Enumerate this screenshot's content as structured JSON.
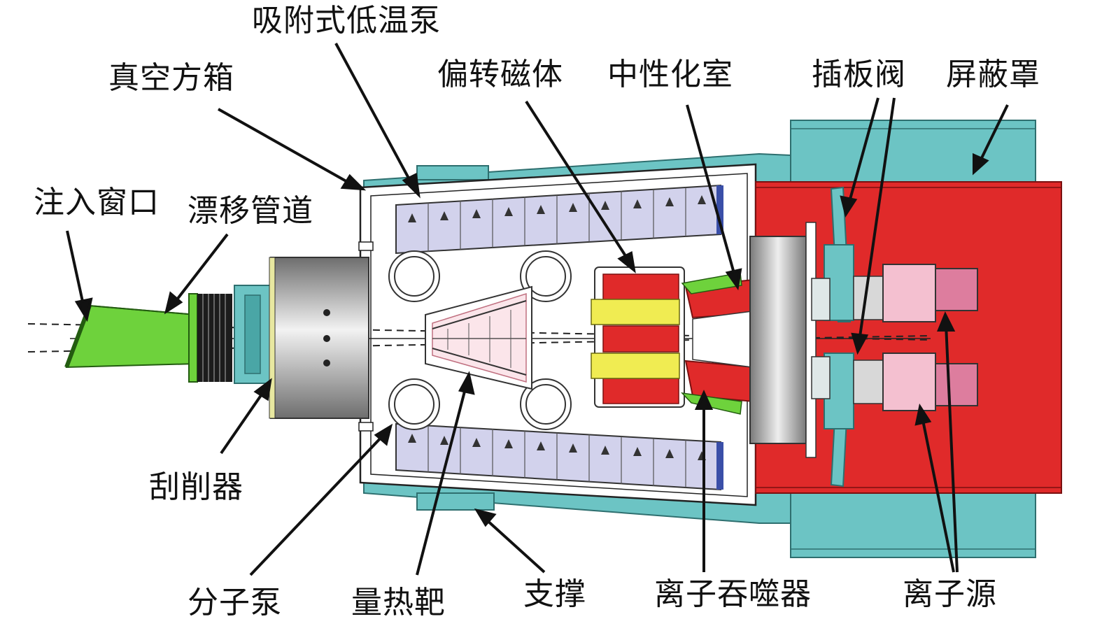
{
  "labels": {
    "cryopump": "吸附式低温泵",
    "vacuum_box": "真空方箱",
    "injection_window": "注入窗口",
    "drift_duct": "漂移管道",
    "bending_magnet": "偏转磁体",
    "neutralizer": "中性化室",
    "gate_valve": "插板阀",
    "shield": "屏蔽罩",
    "scraper": "刮削器",
    "molecular_pump": "分子泵",
    "calorimeter": "量热靶",
    "support": "支撑",
    "ion_dump": "离子吞噬器",
    "ion_source": "离子源"
  },
  "colors": {
    "shield_red": "#e02a2a",
    "support_teal": "#6cc4c4",
    "drift_green": "#6ed23c",
    "cryo_lavender": "#d2d2ec",
    "magnet_yellow": "#f0ec52",
    "ion_source_pink": "#f4c0d0",
    "pump_gray": "#a8a8a8"
  }
}
